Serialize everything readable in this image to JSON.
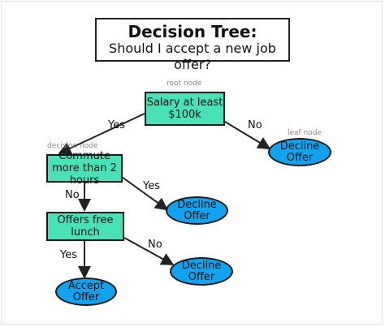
{
  "title": {
    "line1": "Decision Tree:",
    "line2": "Should I accept a new job offer?"
  },
  "annotations": {
    "root_node": "root node",
    "decision_node": "decision node",
    "leaf_node": "leaf node"
  },
  "nodes": {
    "salary": "Salary at least $100k",
    "commute": "Commute more than 2 hours",
    "lunch": "Offers free lunch",
    "decline_1": "Decline Offer",
    "decline_2": "Decline Offer",
    "decline_3": "Decline Offer",
    "accept": "Accept Offer"
  },
  "edges": {
    "salary_yes": "Yes",
    "salary_no": "No",
    "commute_yes": "Yes",
    "commute_no": "No",
    "lunch_yes": "Yes",
    "lunch_no": "No"
  },
  "colors": {
    "decision_fill": "#49e2b8",
    "leaf_fill": "#12a3f0",
    "stroke": "#1a1a1a"
  }
}
